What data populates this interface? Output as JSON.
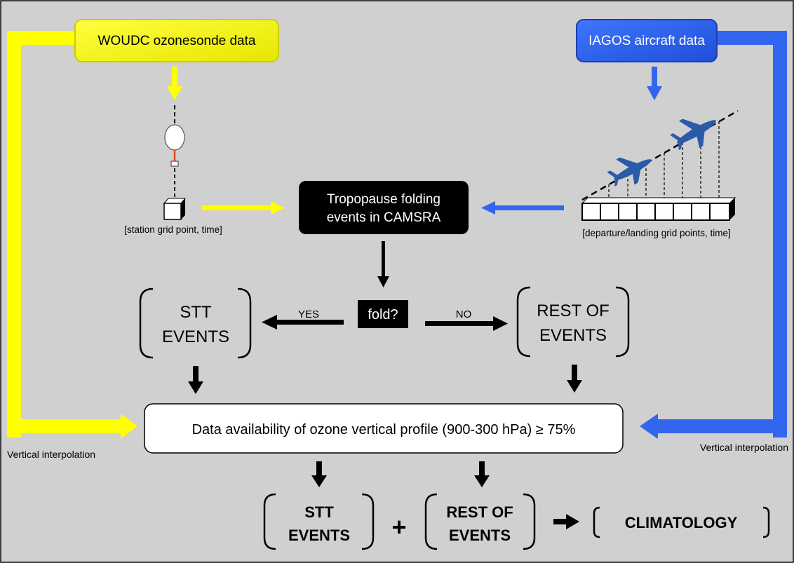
{
  "sources": {
    "woudc": "WOUDC ozonesonde data",
    "iagos": "IAGOS aircraft data"
  },
  "labels": {
    "station": "[station grid point, time]",
    "airports": "[departure/landing grid points, time]",
    "vertical_left": "Vertical interpolation",
    "vertical_right": "Vertical interpolation"
  },
  "center": {
    "tropopause_line1": "Tropopause folding",
    "tropopause_line2": "events in CAMSRA",
    "decision": "fold?",
    "yes": "YES",
    "no": "NO"
  },
  "groups": {
    "stt_line1": "STT",
    "stt_line2": "EVENTS",
    "rest_line1": "REST OF",
    "rest_line2": "EVENTS"
  },
  "availability": "Data availability of ozone vertical profile (900-300 hPa) ≥ 75%",
  "bottom": {
    "stt_line1": "STT",
    "stt_line2": "EVENTS",
    "plus": "+",
    "rest_line1": "REST OF",
    "rest_line2": "EVENTS",
    "climatology": "CLIMATOLOGY"
  },
  "colors": {
    "background": "#d0d0d0",
    "yellow": "#ffff00",
    "blue": "#3366ee",
    "plane": "#2b5ba8",
    "black": "#000000"
  }
}
